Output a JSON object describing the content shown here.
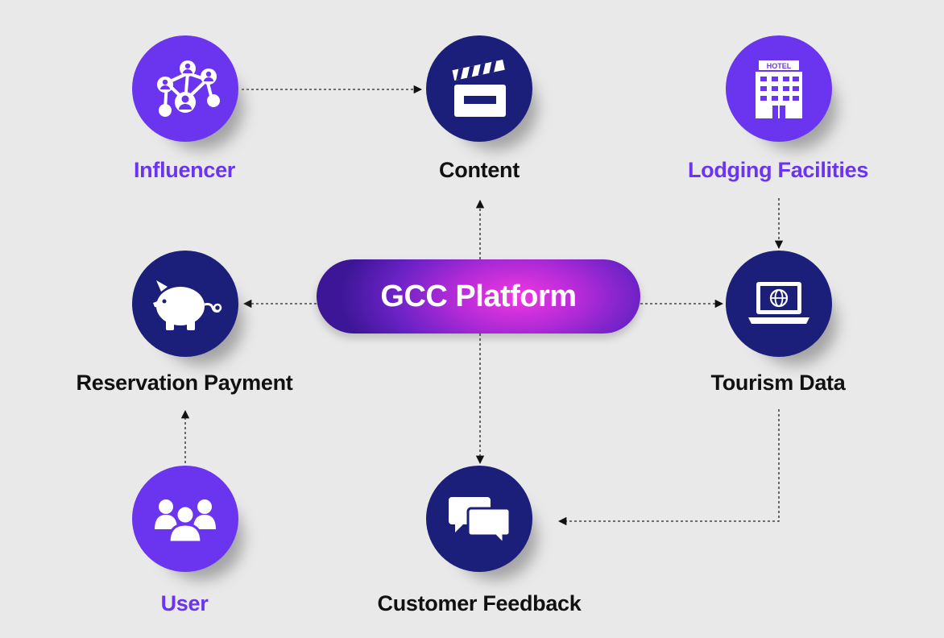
{
  "platform": {
    "label": "GCC Platform"
  },
  "nodes": {
    "influencer": {
      "label": "Influencer",
      "icon": "network-icon"
    },
    "content": {
      "label": "Content",
      "icon": "clapperboard-icon"
    },
    "lodging": {
      "label": "Lodging Facilities",
      "icon": "hotel-icon",
      "icon_text": "HOTEL"
    },
    "reservation": {
      "label": "Reservation Payment",
      "icon": "piggy-bank-icon"
    },
    "tourism": {
      "label": "Tourism Data",
      "icon": "laptop-globe-icon"
    },
    "user": {
      "label": "User",
      "icon": "users-icon"
    },
    "feedback": {
      "label": "Customer Feedback",
      "icon": "chat-bubbles-icon"
    }
  },
  "colors": {
    "background": "#e9e9e9",
    "purple": "#6b35f0",
    "navy": "#1c1f7a",
    "label_dark": "#111111",
    "platform_gradient": [
      "#3c1696",
      "#ef38e0"
    ]
  },
  "edges": [
    {
      "from": "influencer",
      "to": "content"
    },
    {
      "from": "platform",
      "to": "content"
    },
    {
      "from": "platform",
      "to": "reservation"
    },
    {
      "from": "platform",
      "to": "tourism"
    },
    {
      "from": "platform",
      "to": "feedback"
    },
    {
      "from": "lodging",
      "to": "tourism"
    },
    {
      "from": "user",
      "to": "reservation"
    },
    {
      "from": "tourism",
      "to": "feedback"
    }
  ]
}
